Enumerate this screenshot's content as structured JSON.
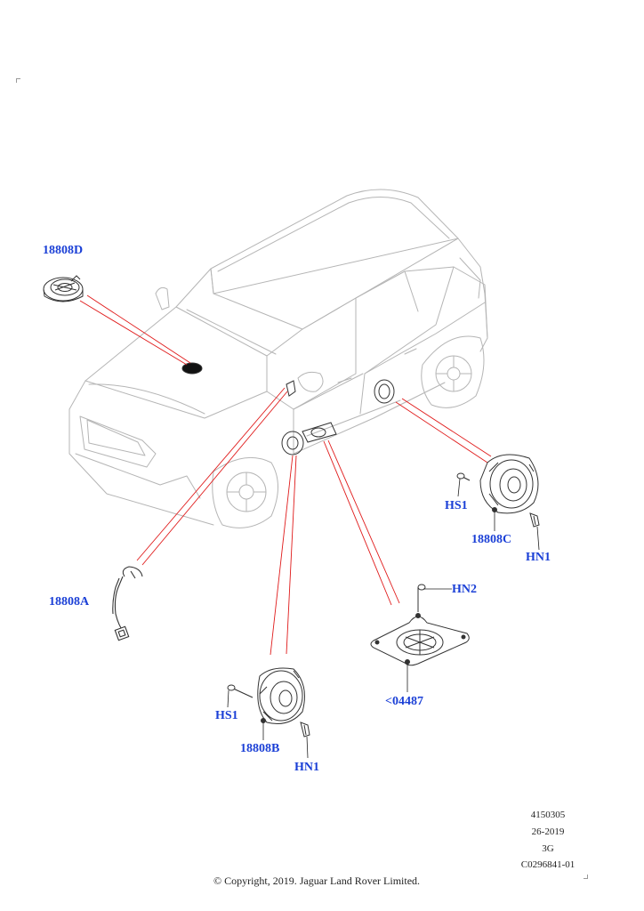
{
  "diagram": {
    "callouts": {
      "d18808D": "18808D",
      "d18808A": "18808A",
      "d18808C": "18808C",
      "d18808B": "18808B",
      "hs1_right": "HS1",
      "hn1_right": "HN1",
      "hn2": "HN2",
      "p04487": "<04487",
      "hs1_left": "HS1",
      "hn1_left": "HN1"
    },
    "meta": {
      "ref": "4150305",
      "date": "26-2019",
      "code": "3G",
      "illustration": "C0296841-01"
    },
    "copyright": "© Copyright, 2019. Jaguar Land Rover Limited."
  },
  "colors": {
    "callout_text": "#1a3fd6",
    "leader_line": "#e01a1a",
    "vehicle_line": "#b5b5b5",
    "part_line": "#333333"
  }
}
